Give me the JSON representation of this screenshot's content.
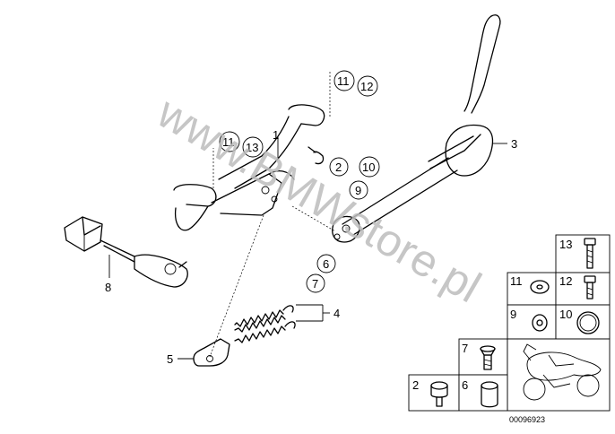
{
  "diagram": {
    "watermark": "www.BMWstore.pl",
    "drawing_number": "00096923",
    "callouts": {
      "c1": "1",
      "c2": "2",
      "c3": "3",
      "c4": "4",
      "c5": "5",
      "c8": "8",
      "c6": "6",
      "c7": "7",
      "c9": "9",
      "c10": "10",
      "c11a": "11",
      "c12a": "12",
      "c11b": "11",
      "c13b": "13"
    },
    "inset_cells": {
      "i13": "13",
      "i11": "11",
      "i12": "12",
      "i9": "9",
      "i10": "10",
      "i7": "7",
      "i2": "2",
      "i6": "6"
    }
  }
}
